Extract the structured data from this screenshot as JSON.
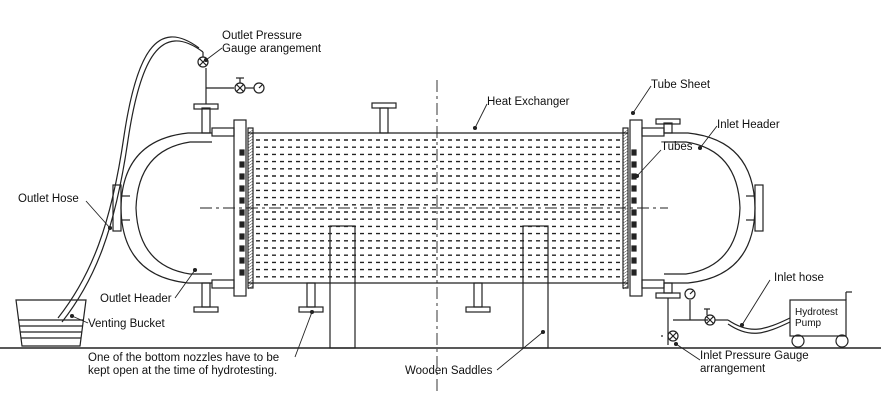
{
  "labels": {
    "outlet_pressure_gauge": "Outlet Pressure\nGauge arangement",
    "heat_exchanger": "Heat Exchanger",
    "tube_sheet": "Tube Sheet",
    "inlet_header": "Inlet Header",
    "tubes": "Tubes",
    "outlet_hose": "Outlet Hose",
    "outlet_header": "Outlet Header",
    "venting_bucket": "Venting Bucket",
    "bottom_nozzle_note": "One of the bottom nozzles have to be\nkept open at the time of hydrotesting.",
    "wooden_saddles": "Wooden Saddles",
    "inlet_hose": "Inlet hose",
    "hydrotest_pump": "Hydrotest\nPump",
    "inlet_pressure_gauge": "Inlet Pressure Gauge\narrangement"
  },
  "colors": {
    "line": "#222222",
    "background": "#ffffff"
  }
}
